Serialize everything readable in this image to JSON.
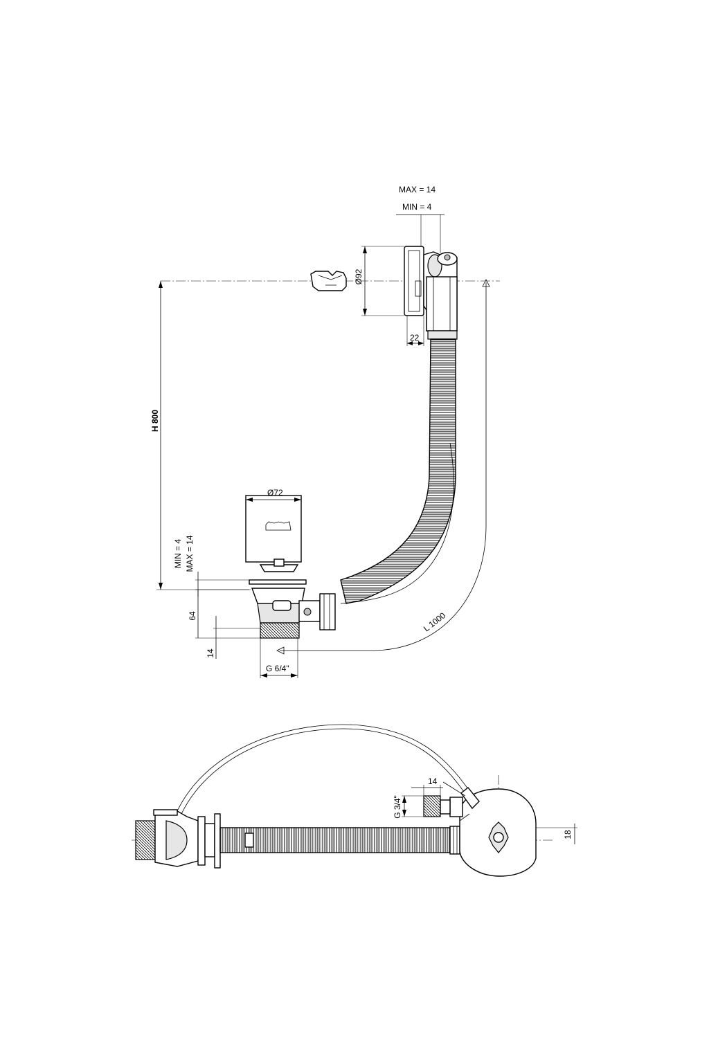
{
  "dimensions": {
    "max_top": "MAX = 14",
    "min_top": "MIN =  4",
    "dia_overflow": "Ø92",
    "depth_overflow": "22",
    "height": "H 800",
    "dia_waste": "Ø72",
    "min_side": "MIN = 4",
    "max_side": "MAX = 14",
    "dim_64": "64",
    "dim_14_bottom": "14",
    "thread_waste": "G 6/4\"",
    "length": "L 1000",
    "dim_14_inlet": "14",
    "thread_inlet": "G 3/4\"",
    "dim_18": "18"
  }
}
